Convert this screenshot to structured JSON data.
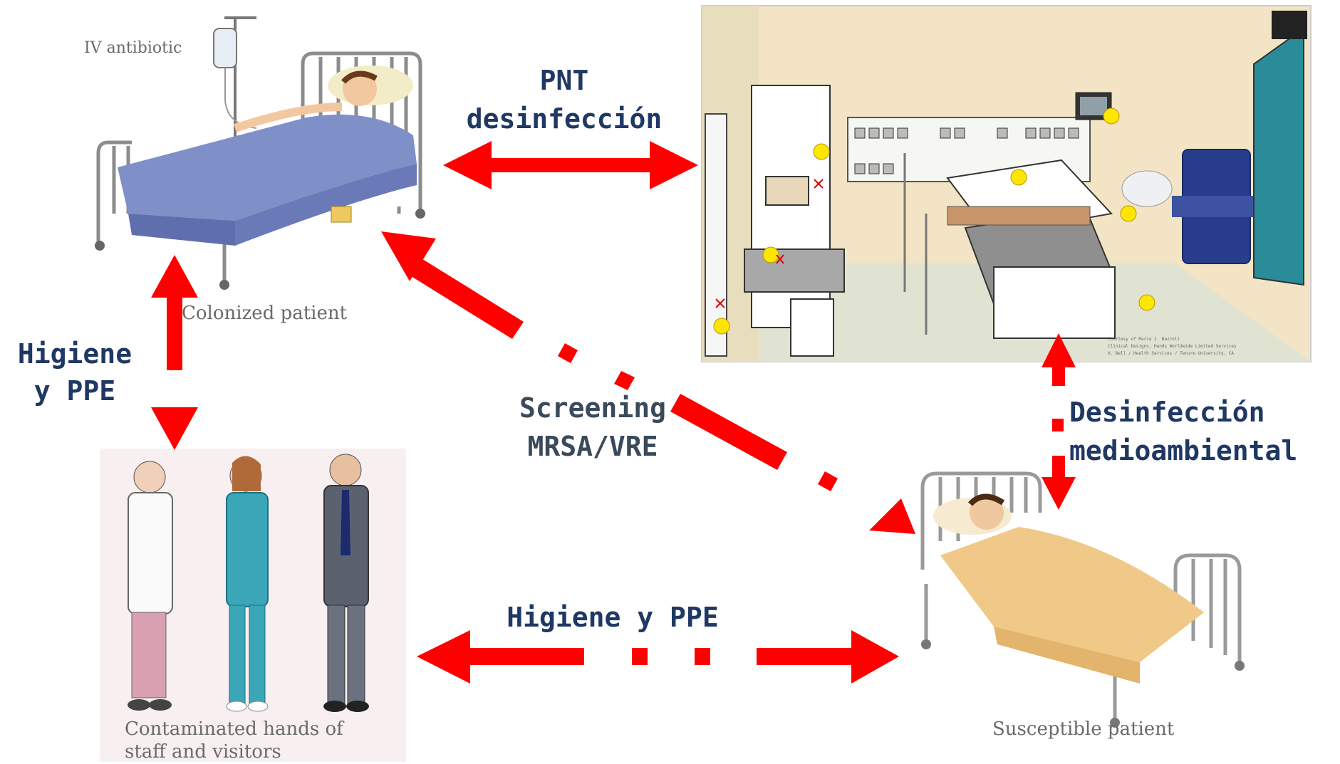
{
  "nodes": {
    "colonized_patient": {
      "caption": "Colonized patient",
      "iv_label": "IV antibiotic"
    },
    "hospital_room": {
      "credit_lines": [
        "Courtesy of Maria J. Bazzoli",
        "Clinical Designs, Hands Worldwide Limited Services",
        "H. Bell / Health Services / Tenure University, CA"
      ]
    },
    "staff": {
      "caption_line1": "Contaminated hands of",
      "caption_line2": "staff and visitors"
    },
    "susceptible_patient": {
      "caption": "Susceptible patient"
    }
  },
  "edges": {
    "top": {
      "line1": "PNT",
      "line2": "desinfección"
    },
    "left": {
      "line1": "Higiene",
      "line2": "y PPE"
    },
    "right": {
      "line1": "Desinfección",
      "line2": "medioambiental"
    },
    "diagonal": {
      "line1": "Screening",
      "line2": "MRSA/VRE"
    },
    "bottom": {
      "label": "Higiene y PPE"
    }
  },
  "colors": {
    "arrow": "#ff0000",
    "label": "#1f3864",
    "bed_sheet_colonized": "#7f8fc8",
    "bed_sheet_susceptible": "#f0c887",
    "room_wall": "#f2e4c4",
    "scrubs": "#3aa6b8"
  }
}
